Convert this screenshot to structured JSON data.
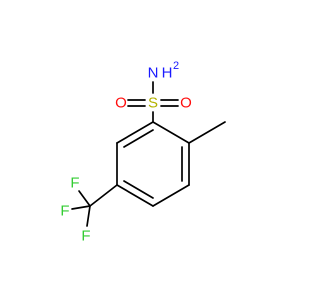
{
  "molecule": {
    "atoms": {
      "nitrogen": {
        "symbol": "N",
        "color": "#1a1aff"
      },
      "amine_hydrogen": {
        "symbol": "H",
        "subscript": "2",
        "color": "#1a1aff"
      },
      "sulfur": {
        "symbol": "S",
        "color": "#b3b300"
      },
      "oxygen_left": {
        "symbol": "O",
        "color": "#ff0d0d"
      },
      "oxygen_right": {
        "symbol": "O",
        "color": "#ff0d0d"
      },
      "fluorine_top": {
        "symbol": "F",
        "color": "#33cc33"
      },
      "fluorine_left": {
        "symbol": "F",
        "color": "#33cc33"
      },
      "fluorine_bottom": {
        "symbol": "F",
        "color": "#33cc33"
      }
    },
    "bond_color": "#000000"
  }
}
